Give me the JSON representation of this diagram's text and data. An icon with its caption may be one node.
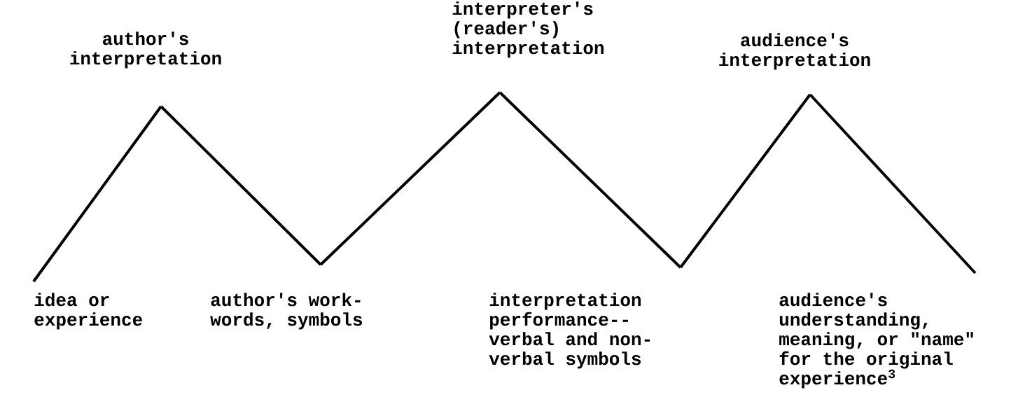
{
  "diagram": {
    "nodes": [
      {
        "text": [
          "idea or experience"
        ]
      },
      {
        "text": [
          "author's interpretation"
        ]
      },
      {
        "text": [
          "author's work- words, symbols"
        ]
      },
      {
        "text": [
          "interpreter's (reader's) interpretation"
        ]
      },
      {
        "text": [
          "interpretation performance-- verbal and non- verbal symbols"
        ]
      },
      {
        "text": [
          "audience's interpretation"
        ]
      },
      {
        "text": [
          "audience's understanding, meaning, or \"name\" for the original experience$^{3}$"
        ]
      }
    ],
    "edges": [
      {
        "from": 0,
        "to": 1,
        "arrow": "none"
      },
      {
        "from": 1,
        "to": 2,
        "arrow": "none"
      },
      {
        "from": 2,
        "to": 3,
        "arrow": "none"
      },
      {
        "from": 3,
        "to": 4,
        "arrow": "none"
      },
      {
        "from": 4,
        "to": 5,
        "arrow": "none"
      },
      {
        "from": 5,
        "to": 6,
        "arrow": "none"
      }
    ]
  }
}
